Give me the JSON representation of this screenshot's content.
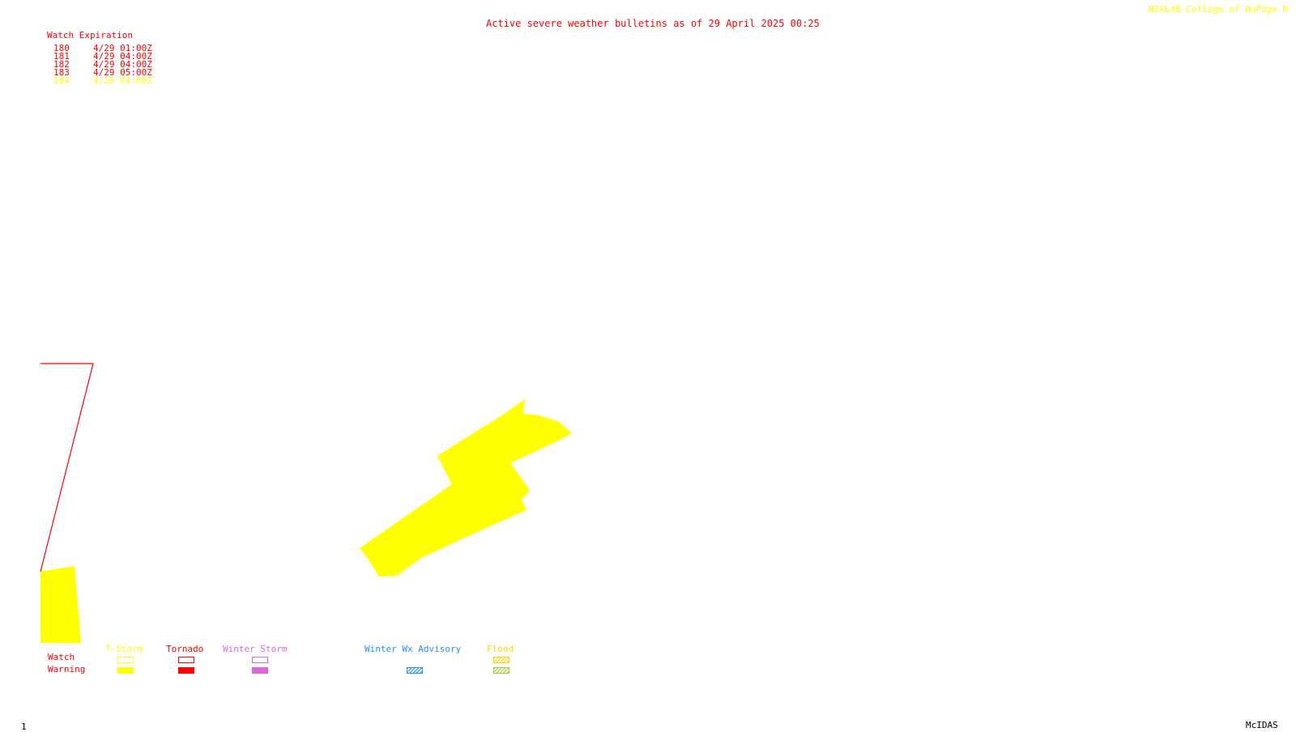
{
  "header": {
    "title": "Active severe weather bulletins as of 29 April 2025 00:25",
    "source": "NEXLAB-College of DuPage R",
    "title_color": "#ff0000",
    "source_color": "#ffff00"
  },
  "watch_table": {
    "heading": "Watch Expiration",
    "rows": [
      {
        "id": "180",
        "expires": "4/29 01:00Z",
        "color": "#ff0000"
      },
      {
        "id": "181",
        "expires": "4/29 04:00Z",
        "color": "#ff0000"
      },
      {
        "id": "182",
        "expires": "4/29 04:00Z",
        "color": "#ff0000"
      },
      {
        "id": "183",
        "expires": "4/29 05:00Z",
        "color": "#ff0000"
      },
      {
        "id": "184",
        "expires": "4/29 04:00Z",
        "color": "#ffff00"
      }
    ]
  },
  "legend": {
    "row_labels": {
      "watch": "Watch",
      "warning": "Warning"
    },
    "categories": [
      {
        "label": "T-Storm",
        "color": "#ffff00",
        "style": "solid"
      },
      {
        "label": "Tornado",
        "color": "#ff0000",
        "style": "solid"
      },
      {
        "label": "Winter Storm",
        "color": "#dd66dd",
        "style": "solid"
      },
      {
        "label": "Winter Wx Advisory",
        "color": "#1e90ff",
        "style": "hatched"
      },
      {
        "label": "Flood",
        "color": "#9acd32",
        "style": "hatched"
      }
    ]
  },
  "map": {
    "warning_fill_color": "#ffff00",
    "watch_outline_color": "#ff0000"
  },
  "footer": {
    "frame_number": "1",
    "software": "McIDAS"
  }
}
